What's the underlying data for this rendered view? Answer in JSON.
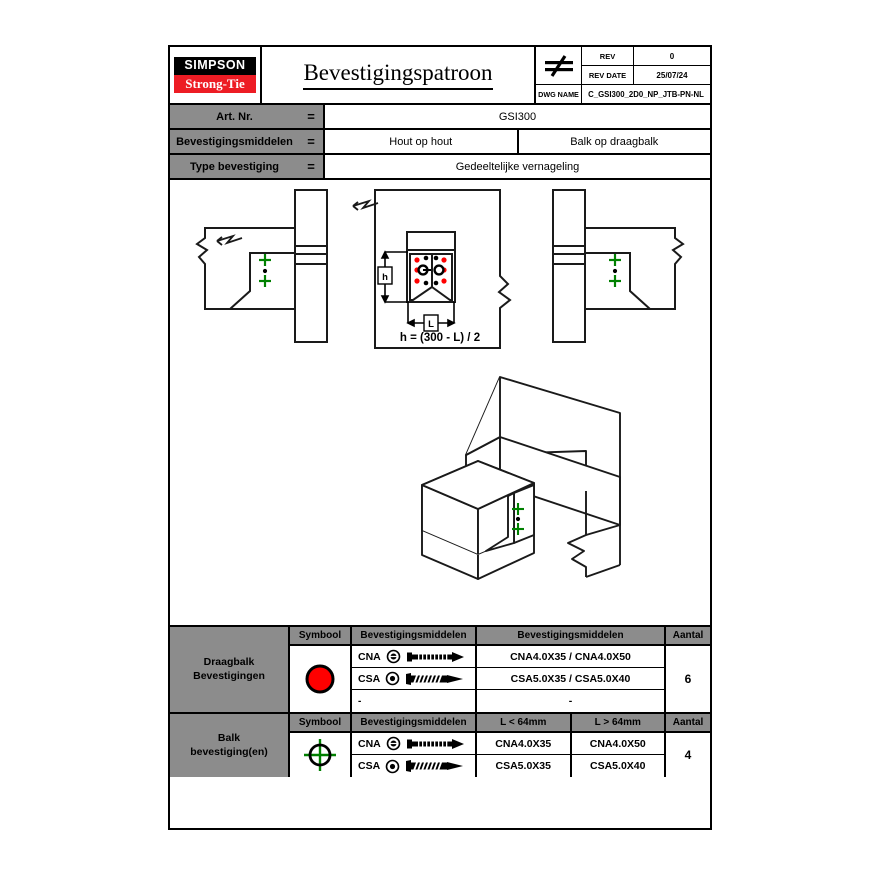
{
  "titleblock": {
    "logo_top": "SIMPSON",
    "logo_bottom": "Strong-Tie",
    "title": "Bevestigingspatroon",
    "symbol_icon": "not-equal-icon",
    "rev_label": "REV",
    "rev_value": "0",
    "rev_date_label": "REV DATE",
    "rev_date_value": "25/07/24",
    "dwg_name_label": "DWG NAME",
    "dwg_name_value": "C_GSI300_2D0_NP_JTB-PN-NL"
  },
  "spec": {
    "rows": [
      {
        "label": "Art. Nr.",
        "eq": "=",
        "values": [
          "GSI300"
        ]
      },
      {
        "label": "Bevestigingsmiddelen",
        "eq": "=",
        "values": [
          "Hout op hout",
          "Balk op draagbalk"
        ]
      },
      {
        "label": "Type bevestiging",
        "eq": "=",
        "values": [
          "Gedeeltelijke vernageling"
        ]
      }
    ]
  },
  "drawing": {
    "formula": "h = (300 - L) / 2",
    "dimension_labels": {
      "height": "h",
      "length": "L"
    },
    "views": [
      "left-elevation-section",
      "center-front-elevation",
      "right-elevation-section",
      "isometric-3d-view"
    ],
    "colors": {
      "joist_fastener": "#ff0000",
      "beam_fastener": "#008000",
      "line": "#1a1a1a"
    }
  },
  "fastener_tables": [
    {
      "name": "Draagbalk\nBevestigingen",
      "name_line1": "Draagbalk",
      "name_line2": "Bevestigingen",
      "symbol": "red-filled-circle",
      "symbol_color": "#ff0000",
      "headers": [
        "Symbool",
        "Bevestigingsmiddelen",
        "Bevestigingsmiddelen",
        "Aantal"
      ],
      "quantity": "6",
      "rows": [
        {
          "code": "CNA",
          "head_icon": "nail-head-icon",
          "fastener_icon": "nail-icon",
          "description": "CNA4.0X35 / CNA4.0X50"
        },
        {
          "code": "CSA",
          "head_icon": "screw-head-icon",
          "fastener_icon": "screw-icon",
          "description": "CSA5.0X35 / CSA5.0X40"
        },
        {
          "code": "-",
          "head_icon": "",
          "fastener_icon": "",
          "description": "-"
        }
      ]
    },
    {
      "name_line1": "Balk",
      "name_line2": "bevestiging(en)",
      "symbol": "green-crosshair-circle",
      "symbol_color": "#008000",
      "headers": [
        "Symbool",
        "Bevestigingsmiddelen",
        "L < 64mm",
        "L > 64mm",
        "Aantal"
      ],
      "quantity": "4",
      "rows": [
        {
          "code": "CNA",
          "head_icon": "nail-head-icon",
          "fastener_icon": "nail-icon",
          "short": "CNA4.0X35",
          "long": "CNA4.0X50"
        },
        {
          "code": "CSA",
          "head_icon": "screw-head-icon",
          "fastener_icon": "screw-icon",
          "short": "CSA5.0X35",
          "long": "CSA5.0X40"
        }
      ]
    }
  ]
}
